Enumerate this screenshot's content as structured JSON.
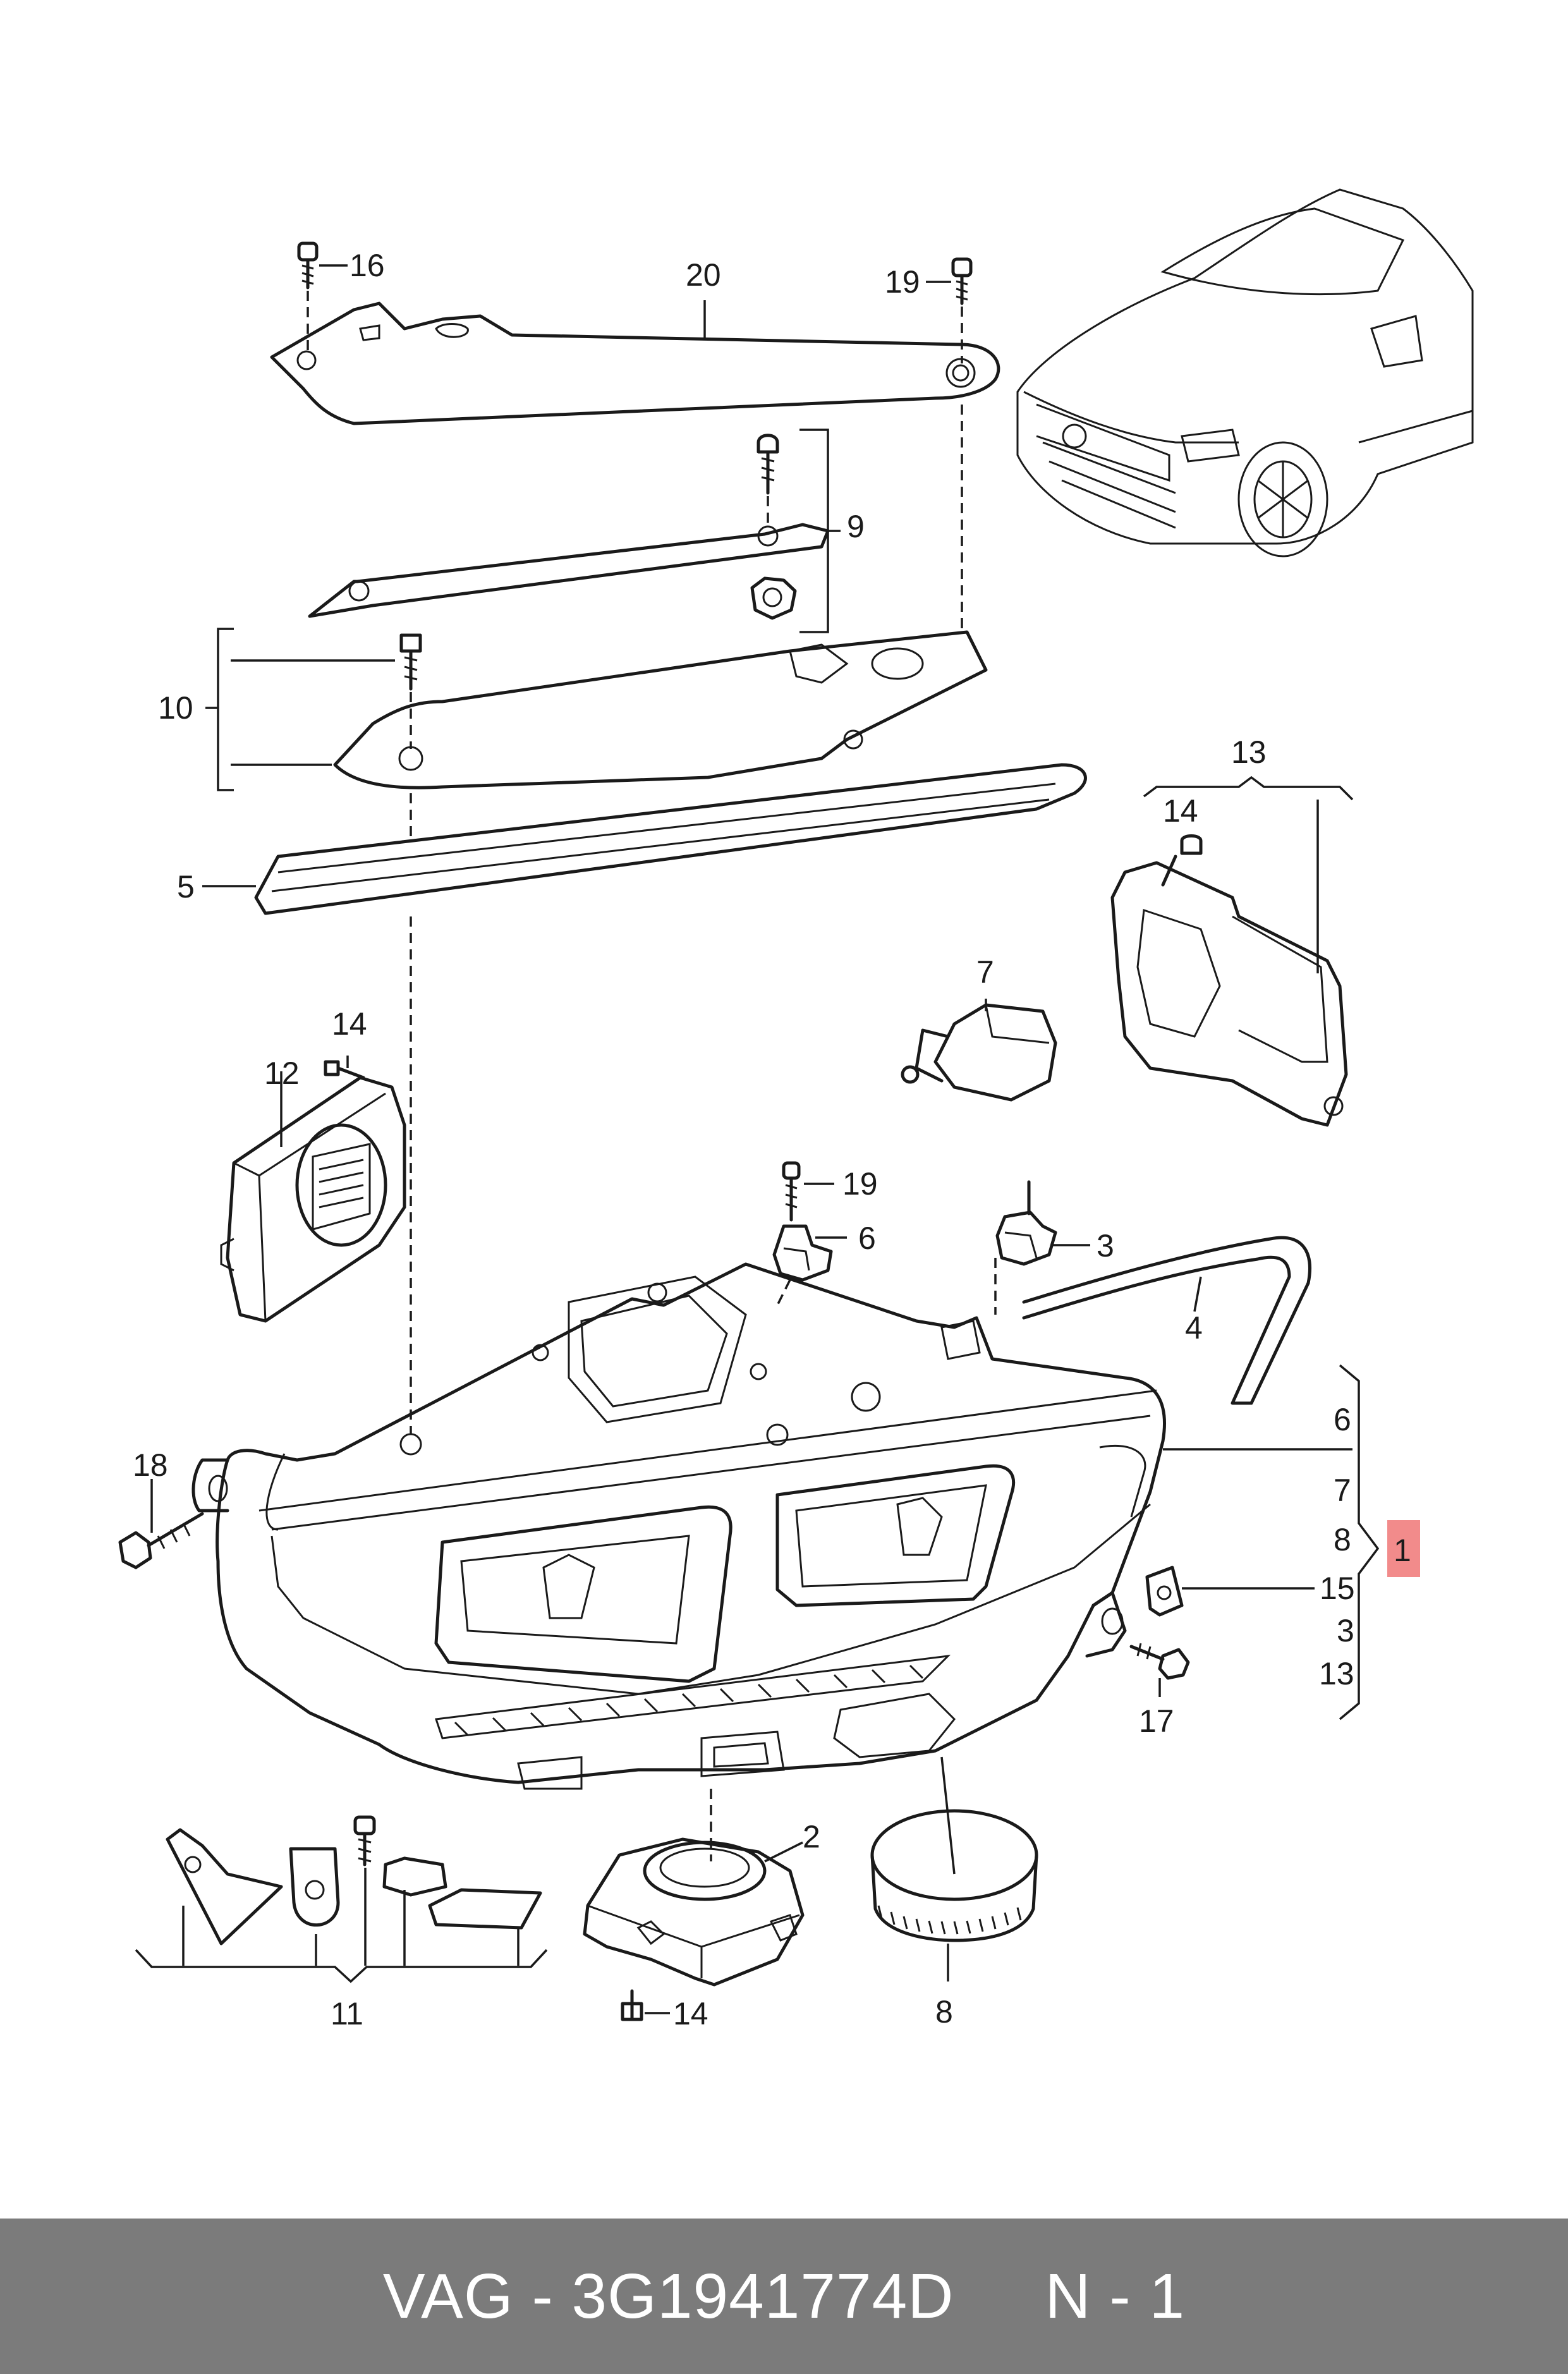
{
  "callouts": {
    "c16": "16",
    "c20": "20",
    "c19a": "19",
    "c9": "9",
    "c10": "10",
    "c5": "5",
    "c13": "13",
    "c14a": "14",
    "c7": "7",
    "c14b": "14",
    "c12": "12",
    "c19b": "19",
    "c6": "6",
    "c3": "3",
    "c4": "4",
    "c18": "18",
    "c15": "15",
    "c17": "17",
    "c2": "2",
    "c11": "11",
    "c14c": "14",
    "c8": "8",
    "c1": "1"
  },
  "assembly_list": [
    "6",
    "7",
    "8",
    "15",
    "3",
    "13"
  ],
  "highlight_color": "#f28b8b",
  "footer": {
    "caption": "VAG - 3G1941774D     N - 1"
  }
}
